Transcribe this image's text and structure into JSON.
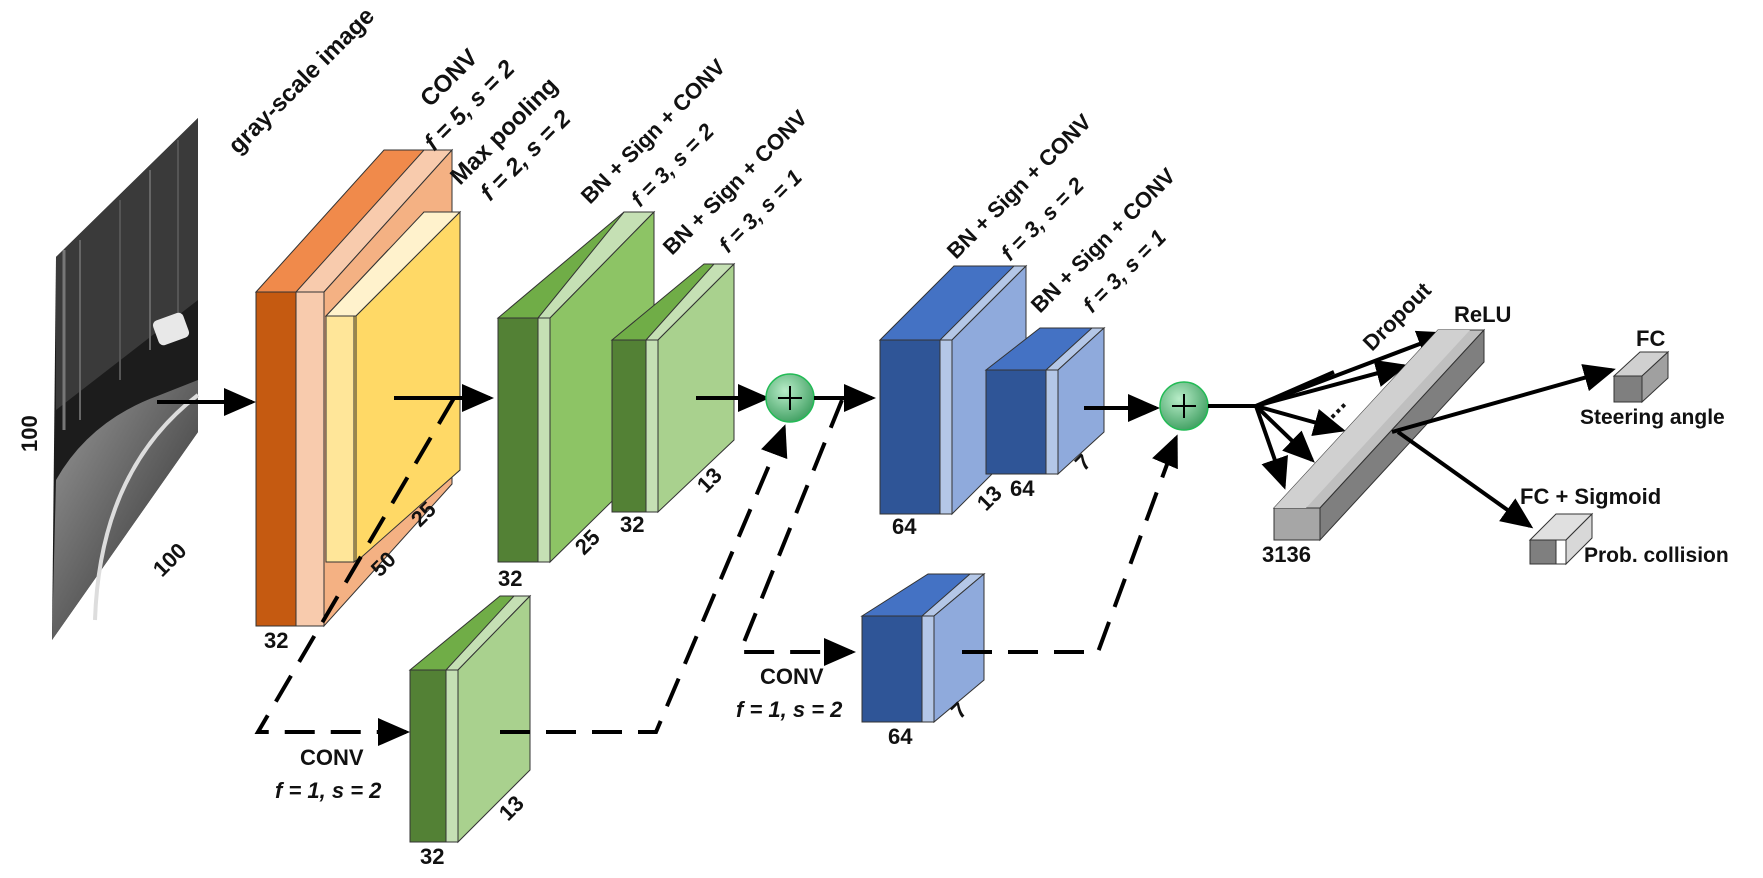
{
  "input": {
    "caption": "gray-scale image",
    "height_label": "100",
    "width_label": "100"
  },
  "conv1": {
    "name": "CONV",
    "params": "f = 5, s = 2",
    "depth_label": "32",
    "size_label": "50"
  },
  "pool1": {
    "name": "Max pooling",
    "params": "f = 2, s = 2",
    "size_label": "25"
  },
  "res1": {
    "conv_a": {
      "name": "BN + Sign + CONV",
      "params": "f = 3, s = 2",
      "depth_label": "32",
      "size_label": "25"
    },
    "conv_b": {
      "name": "BN + Sign + CONV",
      "params": "f = 3, s = 1",
      "depth_label": "32",
      "size_label": "13"
    },
    "shortcut": {
      "name": "CONV",
      "params": "f = 1, s = 2",
      "depth_label": "32",
      "size_label": "13"
    }
  },
  "res2": {
    "conv_a": {
      "name": "BN + Sign + CONV",
      "params": "f = 3, s = 2",
      "depth_label": "64",
      "size_label": "13"
    },
    "conv_b": {
      "name": "BN + Sign + CONV",
      "params": "f = 3, s = 1",
      "depth_label": "64",
      "size_label": "7"
    },
    "shortcut": {
      "name": "CONV",
      "params": "f = 1, s = 2",
      "depth_label": "64",
      "size_label": "7"
    }
  },
  "dense": {
    "dropout": "Dropout",
    "relu": "ReLU",
    "size_label": "3136",
    "ellipsis": "..."
  },
  "outputs": {
    "steer_name": "FC",
    "steer_label": "Steering angle",
    "coll_name": "FC + Sigmoid",
    "coll_label": "Prob. collision"
  },
  "colors": {
    "orange_front": "#C55A11",
    "orange_side": "#F4B183",
    "yellow": "#FFD966",
    "green_front": "#538135",
    "green_side": "#A9D18E",
    "blue_front": "#2F5597",
    "blue_side": "#8FAADC",
    "add_node": "#5FBF7F"
  }
}
